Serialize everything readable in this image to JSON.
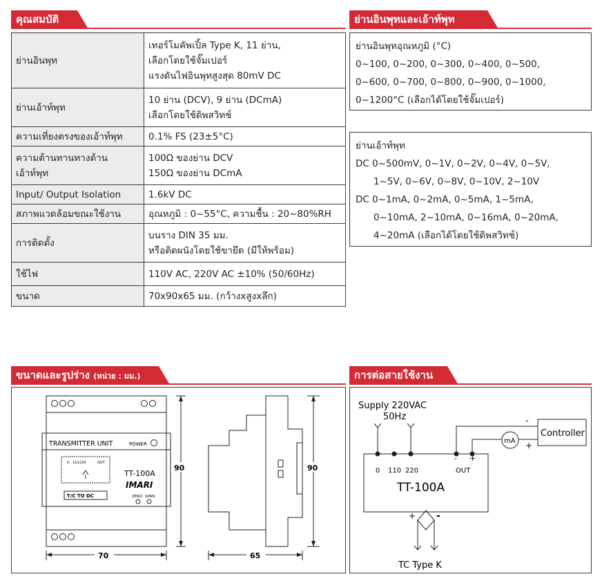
{
  "spec_section": {
    "title": "คุณสมบัติ",
    "rows": [
      {
        "label": [
          "ย่านอินพุท"
        ],
        "value": [
          "เทอร์โมคัพเปิ้ล Type K, 11 ย่าน,",
          "เลือกโดยใช้จั๊มเปอร์",
          "แรงดันไฟอินพุทสูงสุด 80mV DC"
        ]
      },
      {
        "label": [
          "ย่านเอ้าท์พุท"
        ],
        "value": [
          "10 ย่าน (DCV), 9 ย่าน (DCmA)",
          "เลือกโดยใช้ดิพสวิทช์"
        ]
      },
      {
        "label": [
          "ความเที่ยงตรงของเอ้าท์พุท"
        ],
        "value": [
          "0.1% FS (23±5°C)"
        ]
      },
      {
        "label": [
          "ความต้านทานทางด้าน",
          "เอ้าท์พุท"
        ],
        "value": [
          "100Ω ของย่าน DCV",
          "150Ω ของย่าน DCmA"
        ]
      },
      {
        "label": [
          "Input/ Output Isolation"
        ],
        "value": [
          "1.6kV DC"
        ]
      },
      {
        "label": [
          "สภาพแวดล้อมขณะใช้งาน"
        ],
        "value": [
          "อุณหภูมิ : 0~55°C, ความชื้น : 20~80%RH"
        ]
      },
      {
        "label": [
          "การติดตั้ง"
        ],
        "value": [
          "บนราง DIN 35 มม.",
          "หรือติดผนังโดยใช้ขายึด (มีให้พร้อม)"
        ]
      },
      {
        "label": [
          "ใช้ไฟ"
        ],
        "value": [
          "110V AC, 220V AC ±10% (50/60Hz)"
        ]
      },
      {
        "label": [
          "ขนาด"
        ],
        "value": [
          "70x90x65 มม. (กว้างxสูงxลึก)"
        ]
      }
    ]
  },
  "range_section": {
    "title": "ย่านอินพุทและเอ้าท์พุท",
    "input": {
      "heading": "ย่านอินพุทอุณหภูมิ (°C)",
      "lines": [
        "0~100, 0~200, 0~300, 0~400, 0~500,",
        "0~600, 0~700, 0~800, 0~900, 0~1000,",
        "0~1200°C (เลือกได้โดยใช้จั๊มเปอร์)"
      ]
    },
    "output": {
      "heading": "ย่านเอ้าท์พุท",
      "dcv": [
        "DC 0~500mV, 0~1V, 0~2V, 0~4V, 0~5V,",
        "1~5V, 0~6V, 0~8V, 0~10V, 2~10V"
      ],
      "dcma": [
        "DC 0~1mA, 0~2mA, 0~5mA, 1~5mA,",
        "0~10mA, 2~10mA, 0~16mA, 0~20mA,",
        "4~20mA (เลือกได้โดยใช้ดิพสวิทช์)"
      ]
    }
  },
  "dimension_section": {
    "title": "ขนาดและรูปร่าง",
    "unit_note": "(หน่วย : มม.)",
    "front_label": "TRANSMITTER UNIT",
    "power_label": "POWER",
    "model": "TT-100A",
    "brand": "IMARI",
    "tc_label": "T/C TO DC",
    "zero_label": "ZERO",
    "span_label": "SPAN",
    "mini_terms": [
      "0",
      "110",
      "220",
      "OUT"
    ],
    "width_dim": "70",
    "height_dim": "90",
    "depth_dim": "65",
    "side_height_dim": "90"
  },
  "wiring_section": {
    "title": "การต่อสายใช้งาน",
    "supply_line1": "Supply 220VAC",
    "supply_line2": "50Hz",
    "terminal_labels": [
      "0",
      "110",
      "220",
      "OUT"
    ],
    "model": "TT-100A",
    "controller": "Controller",
    "meter": "mA",
    "minus": "-",
    "plus": "+",
    "sensor": "TC Type K"
  },
  "colors": {
    "accent": "#d42a35",
    "label_bg": "#ececec"
  }
}
